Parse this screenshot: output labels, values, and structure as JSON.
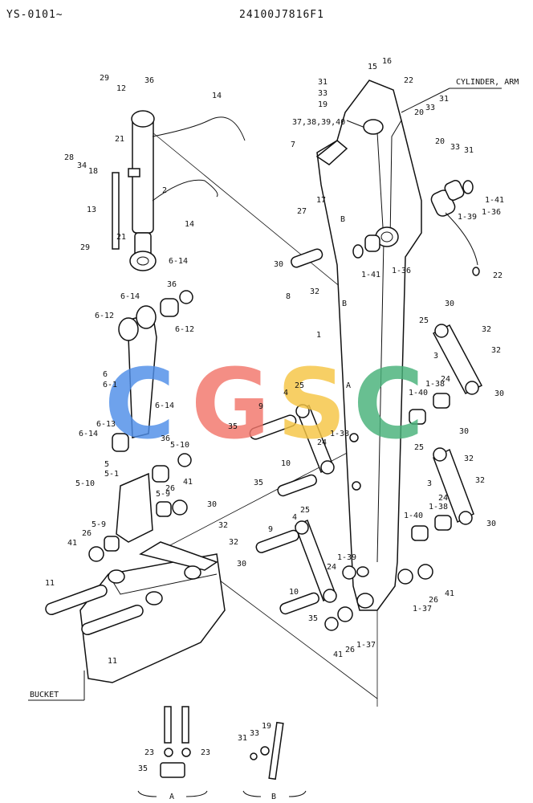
{
  "header": {
    "serial": "YS-0101~",
    "drawing_no": "24100J7816F1"
  },
  "captions": {
    "cylinder_arm": "CYLINDER, ARM",
    "bucket": "BUCKET",
    "view_a": "A",
    "view_b": "B"
  },
  "watermark": {
    "letters": [
      "C",
      "G",
      "S",
      "C"
    ],
    "colors": [
      "#4f8ee8",
      "#f2766b",
      "#f6c544",
      "#48b27a"
    ]
  },
  "callouts": [
    {
      "id": "c29a",
      "text": "29"
    },
    {
      "id": "c12",
      "text": "12"
    },
    {
      "id": "c36a",
      "text": "36"
    },
    {
      "id": "c14a",
      "text": "14"
    },
    {
      "id": "c21a",
      "text": "21"
    },
    {
      "id": "c28",
      "text": "28"
    },
    {
      "id": "c34",
      "text": "34"
    },
    {
      "id": "c18",
      "text": "18"
    },
    {
      "id": "c2",
      "text": "2"
    },
    {
      "id": "c13",
      "text": "13"
    },
    {
      "id": "c14b",
      "text": "14"
    },
    {
      "id": "c21b",
      "text": "21"
    },
    {
      "id": "c29b",
      "text": "29"
    },
    {
      "id": "c6-14a",
      "text": "6-14"
    },
    {
      "id": "c6-14b",
      "text": "6-14"
    },
    {
      "id": "c36b",
      "text": "36"
    },
    {
      "id": "c6-12a",
      "text": "6-12"
    },
    {
      "id": "c6-12b",
      "text": "6-12"
    },
    {
      "id": "c6",
      "text": "6"
    },
    {
      "id": "c6-1",
      "text": "6-1"
    },
    {
      "id": "c6-14c",
      "text": "6-14"
    },
    {
      "id": "c6-13",
      "text": "6-13"
    },
    {
      "id": "c6-14d",
      "text": "6-14"
    },
    {
      "id": "c36c",
      "text": "36"
    },
    {
      "id": "c5-10a",
      "text": "5-10"
    },
    {
      "id": "c5",
      "text": "5"
    },
    {
      "id": "c5-1",
      "text": "5-1"
    },
    {
      "id": "c5-10b",
      "text": "5-10"
    },
    {
      "id": "c5-9a",
      "text": "5-9"
    },
    {
      "id": "c26a",
      "text": "26"
    },
    {
      "id": "c41a",
      "text": "41"
    },
    {
      "id": "c5-9b",
      "text": "5-9"
    },
    {
      "id": "c26b",
      "text": "26"
    },
    {
      "id": "c41b",
      "text": "41"
    },
    {
      "id": "c11a",
      "text": "11"
    },
    {
      "id": "c11b",
      "text": "11"
    },
    {
      "id": "c30a",
      "text": "30"
    },
    {
      "id": "c32a",
      "text": "32"
    },
    {
      "id": "c32b",
      "text": "32"
    },
    {
      "id": "c30b",
      "text": "30"
    },
    {
      "id": "c31a",
      "text": "31"
    },
    {
      "id": "c33a",
      "text": "33"
    },
    {
      "id": "c19a",
      "text": "19"
    },
    {
      "id": "c15",
      "text": "15"
    },
    {
      "id": "c16",
      "text": "16"
    },
    {
      "id": "c22a",
      "text": "22"
    },
    {
      "id": "c37",
      "text": "37,38,39,40"
    },
    {
      "id": "c20a",
      "text": "20"
    },
    {
      "id": "c33b",
      "text": "33"
    },
    {
      "id": "c31b",
      "text": "31"
    },
    {
      "id": "c7",
      "text": "7"
    },
    {
      "id": "c20b",
      "text": "20"
    },
    {
      "id": "c33c",
      "text": "33"
    },
    {
      "id": "c31c",
      "text": "31"
    },
    {
      "id": "c17",
      "text": "17"
    },
    {
      "id": "c27",
      "text": "27"
    },
    {
      "id": "c1-41a",
      "text": "1-41"
    },
    {
      "id": "c1-39",
      "text": "1-39"
    },
    {
      "id": "cBa",
      "text": "B"
    },
    {
      "id": "c1-36a",
      "text": "1-36"
    },
    {
      "id": "c30c",
      "text": "30"
    },
    {
      "id": "c32c",
      "text": "32"
    },
    {
      "id": "c8",
      "text": "8"
    },
    {
      "id": "c1-41b",
      "text": "1-41"
    },
    {
      "id": "c1-36b",
      "text": "1-36"
    },
    {
      "id": "c22b",
      "text": "22"
    },
    {
      "id": "cBb",
      "text": "B"
    },
    {
      "id": "c1",
      "text": "1"
    },
    {
      "id": "c30d",
      "text": "30"
    },
    {
      "id": "c25a",
      "text": "25"
    },
    {
      "id": "c32d",
      "text": "32"
    },
    {
      "id": "c3a",
      "text": "3"
    },
    {
      "id": "c32e",
      "text": "32"
    },
    {
      "id": "cA",
      "text": "A"
    },
    {
      "id": "c1-38a",
      "text": "1-38"
    },
    {
      "id": "c24a",
      "text": "24"
    },
    {
      "id": "c1-40a",
      "text": "1-40"
    },
    {
      "id": "c30e",
      "text": "30"
    },
    {
      "id": "c4a",
      "text": "4"
    },
    {
      "id": "c25b",
      "text": "25"
    },
    {
      "id": "c9a",
      "text": "9"
    },
    {
      "id": "c35a",
      "text": "35"
    },
    {
      "id": "c1-38b",
      "text": "1-38"
    },
    {
      "id": "c24b",
      "text": "24"
    },
    {
      "id": "c10a",
      "text": "10"
    },
    {
      "id": "c30f",
      "text": "30"
    },
    {
      "id": "c25c",
      "text": "25"
    },
    {
      "id": "c32f",
      "text": "32"
    },
    {
      "id": "c3b",
      "text": "3"
    },
    {
      "id": "c32g",
      "text": "32"
    },
    {
      "id": "c35b",
      "text": "35"
    },
    {
      "id": "c24c",
      "text": "24"
    },
    {
      "id": "c1-38c",
      "text": "1-38"
    },
    {
      "id": "c1-40b",
      "text": "1-40"
    },
    {
      "id": "c30g",
      "text": "30"
    },
    {
      "id": "c4b",
      "text": "4"
    },
    {
      "id": "c25d",
      "text": "25"
    },
    {
      "id": "c9b",
      "text": "9"
    },
    {
      "id": "c1-39b",
      "text": "1-39"
    },
    {
      "id": "c24d",
      "text": "24"
    },
    {
      "id": "c10b",
      "text": "10"
    },
    {
      "id": "c35c",
      "text": "35"
    },
    {
      "id": "c26c",
      "text": "26"
    },
    {
      "id": "c41c",
      "text": "41"
    },
    {
      "id": "c1-37a",
      "text": "1-37"
    },
    {
      "id": "c41d",
      "text": "41"
    },
    {
      "id": "c26d",
      "text": "26"
    },
    {
      "id": "c1-37b",
      "text": "1-37"
    },
    {
      "id": "c23a",
      "text": "23"
    },
    {
      "id": "c23b",
      "text": "23"
    },
    {
      "id": "c35d",
      "text": "35"
    },
    {
      "id": "c31d",
      "text": "31"
    },
    {
      "id": "c33d",
      "text": "33"
    },
    {
      "id": "c19b",
      "text": "19"
    }
  ]
}
